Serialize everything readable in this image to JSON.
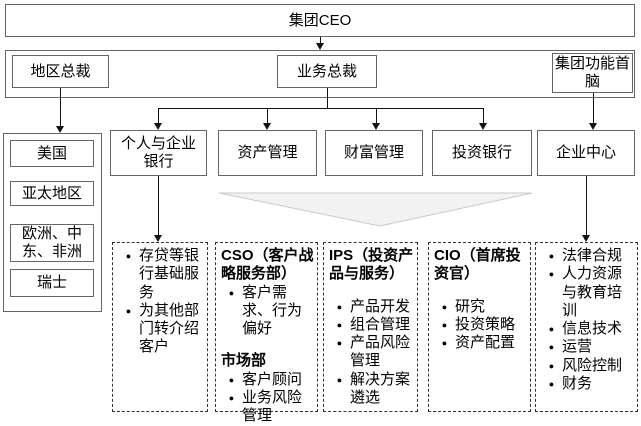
{
  "org": {
    "ceo": "集团CEO",
    "regional_president": "地区总裁",
    "business_president": "业务总裁",
    "group_function_head": "集团功能首脑",
    "regions": [
      "美国",
      "亚太地区",
      "欧洲、中东、非洲",
      "瑞士"
    ],
    "divisions": [
      "个人与企业银行",
      "资产管理",
      "财富管理",
      "投资银行",
      "企业中心"
    ]
  },
  "panels": {
    "pcb_services": {
      "bullets": [
        "存贷等银行基础服务",
        "为其他部门转介绍客户"
      ]
    },
    "cso": {
      "heading1": "CSO（客户战略服务部）",
      "bullets1": [
        "客户需求、行为偏好"
      ],
      "heading2": "市场部",
      "bullets2": [
        "客户顾问",
        "业务风险管理"
      ]
    },
    "ips": {
      "heading": "IPS（投资产品与服务）",
      "bullets": [
        "产品开发",
        "组合管理",
        "产品风险管理",
        "解决方案遴选"
      ]
    },
    "cio": {
      "heading": "CIO（首席投资官）",
      "bullets": [
        "研究",
        "投资策略",
        "资产配置"
      ]
    },
    "corporate_center": {
      "bullets": [
        "法律合规",
        "人力资源与教育培训",
        "信息技术",
        "运营",
        "风险控制",
        "财务"
      ]
    }
  },
  "glyphs": {
    "bullet": "●"
  },
  "colors": {
    "box_border": "#666666",
    "panel_border": "#333333",
    "connector": "#111111",
    "funnel_fill": "#f2f2f2",
    "funnel_stroke": "#c9c9c9",
    "background": "#ffffff",
    "text": "#000000"
  }
}
